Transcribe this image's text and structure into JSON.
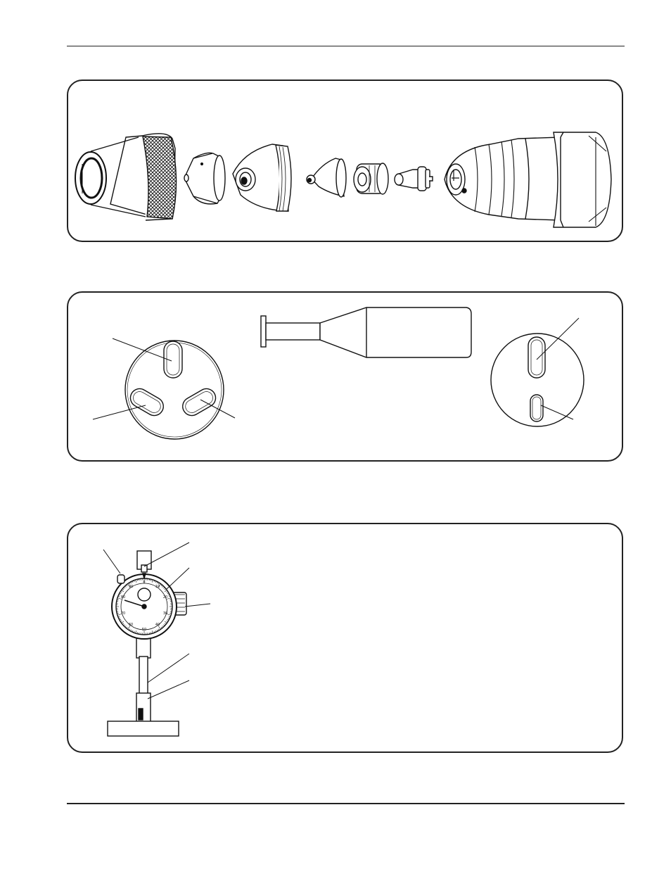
{
  "page": {
    "background": "#ffffff",
    "line_color": "#222222"
  },
  "figures": [
    {
      "id": "torch-consumables-exploded",
      "parts": [
        "retaining-cap-knurled",
        "shield-cap",
        "nozzle-retaining-cap",
        "nozzle",
        "swirl-ring",
        "electrode",
        "torch-head"
      ]
    },
    {
      "id": "nozzle-orifice-gauge",
      "parts": [
        "three-hole-disc",
        "gauge-pin",
        "two-slot-disc"
      ]
    },
    {
      "id": "dial-indicator-stand",
      "dial_numbers": [
        "0",
        "10",
        "20",
        "30",
        "40",
        "50",
        "60",
        "70",
        "80",
        "90"
      ]
    }
  ]
}
